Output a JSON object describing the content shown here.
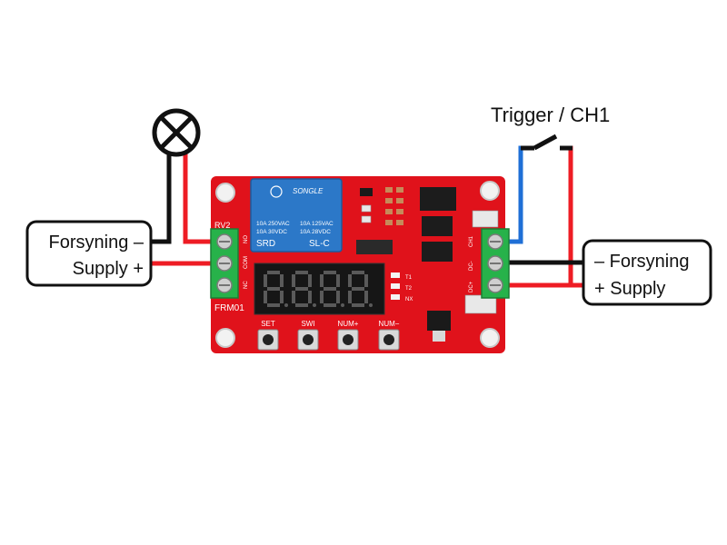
{
  "colors": {
    "board": "#e0121b",
    "wire_red": "#ee1c24",
    "wire_black": "#111111",
    "wire_blue": "#1f6fd6",
    "terminal": "#27b24a",
    "relay": "#2c78c8",
    "display": "#161616"
  },
  "trigger": {
    "label": "Trigger / CH1"
  },
  "left_supply": {
    "line1": "Forsyning –",
    "line2": "Supply +"
  },
  "right_supply": {
    "line1": "– Forsyning",
    "line2": "+ Supply"
  },
  "board": {
    "model": "FRM01",
    "pot_label": "RV2",
    "relay": {
      "brand": "SONGLE",
      "rating_ac_1": "10A 250VAC",
      "rating_ac_2": "10A 125VAC",
      "rating_dc_1": "10A 30VDC",
      "rating_dc_2": "10A 28VDC",
      "model": "SRD",
      "variant": "SL-C"
    },
    "left_terminal_labels": [
      "NO",
      "COM",
      "NC"
    ],
    "right_terminal_labels": [
      "CH1",
      "DC-",
      "DC+"
    ],
    "led_labels": [
      "T1",
      "T2",
      "NX"
    ],
    "buttons": [
      "SET",
      "SWI",
      "NUM+",
      "NUM−"
    ]
  }
}
